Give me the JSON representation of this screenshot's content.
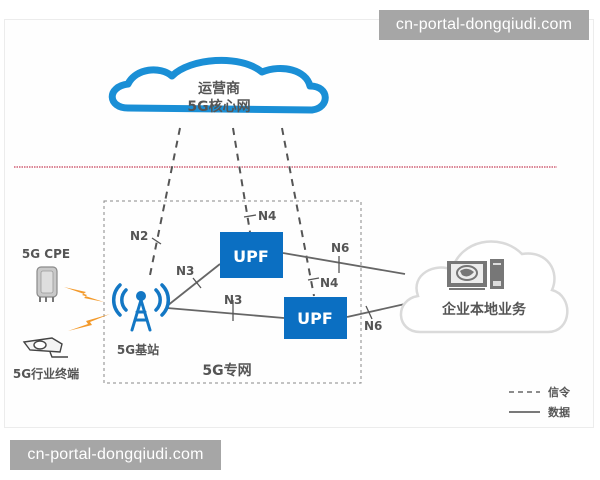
{
  "watermarks": {
    "top": "cn-portal-dongqiudi.com",
    "bottom": "cn-portal-dongqiudi.com"
  },
  "diagram": {
    "core_cloud": {
      "line1": "运营商",
      "line2": "5G核心网",
      "color": "#1a8fd6"
    },
    "private_network": {
      "label": "5G专网"
    },
    "base_station": {
      "label": "5G基站",
      "icon": "cell-tower-icon",
      "color": "#1377c4"
    },
    "devices": [
      {
        "label": "5G CPE",
        "icon": "cpe-device-icon"
      },
      {
        "label": "5G行业终端",
        "icon": "camera-terminal-icon"
      }
    ],
    "upf_nodes": [
      {
        "label": "UPF",
        "color": "#0b6fc2"
      },
      {
        "label": "UPF",
        "color": "#0b6fc2"
      }
    ],
    "enterprise_cloud": {
      "label": "企业本地业务",
      "icon": "computer-globe-icon"
    },
    "interfaces": {
      "n2": "N2",
      "n3_a": "N3",
      "n3_b": "N3",
      "n4_a": "N4",
      "n4_b": "N4",
      "n6_a": "N6",
      "n6_b": "N6"
    },
    "legend": {
      "signaling": "信令",
      "data": "数据"
    },
    "divider_color": "#c0304a"
  }
}
